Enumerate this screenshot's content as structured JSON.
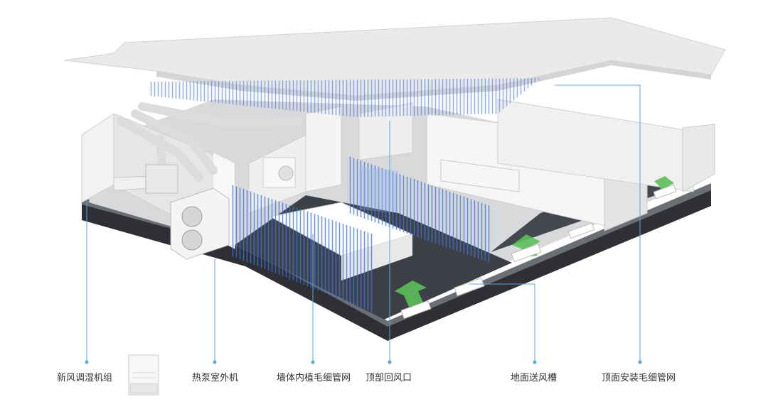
{
  "diagram": {
    "components": [
      {
        "id": "fresh-air-unit",
        "label": "新风调湿机组"
      },
      {
        "id": "heat-pump-outdoor",
        "label": "热泵室外机"
      },
      {
        "id": "wall-capillary",
        "label": "墙体内植毛细管网"
      },
      {
        "id": "ceiling-return",
        "label": "顶部回风口"
      },
      {
        "id": "floor-supply",
        "label": "地面送风槽"
      },
      {
        "id": "ceiling-capillary",
        "label": "顶面安装毛细管网"
      }
    ]
  },
  "colors": {
    "leader_line": "#5aa6e0",
    "capillary": "#3f73d6",
    "airflow": "#5cbf5a",
    "floor_slab": "#3a3d42",
    "wall": "#eeeeee"
  }
}
